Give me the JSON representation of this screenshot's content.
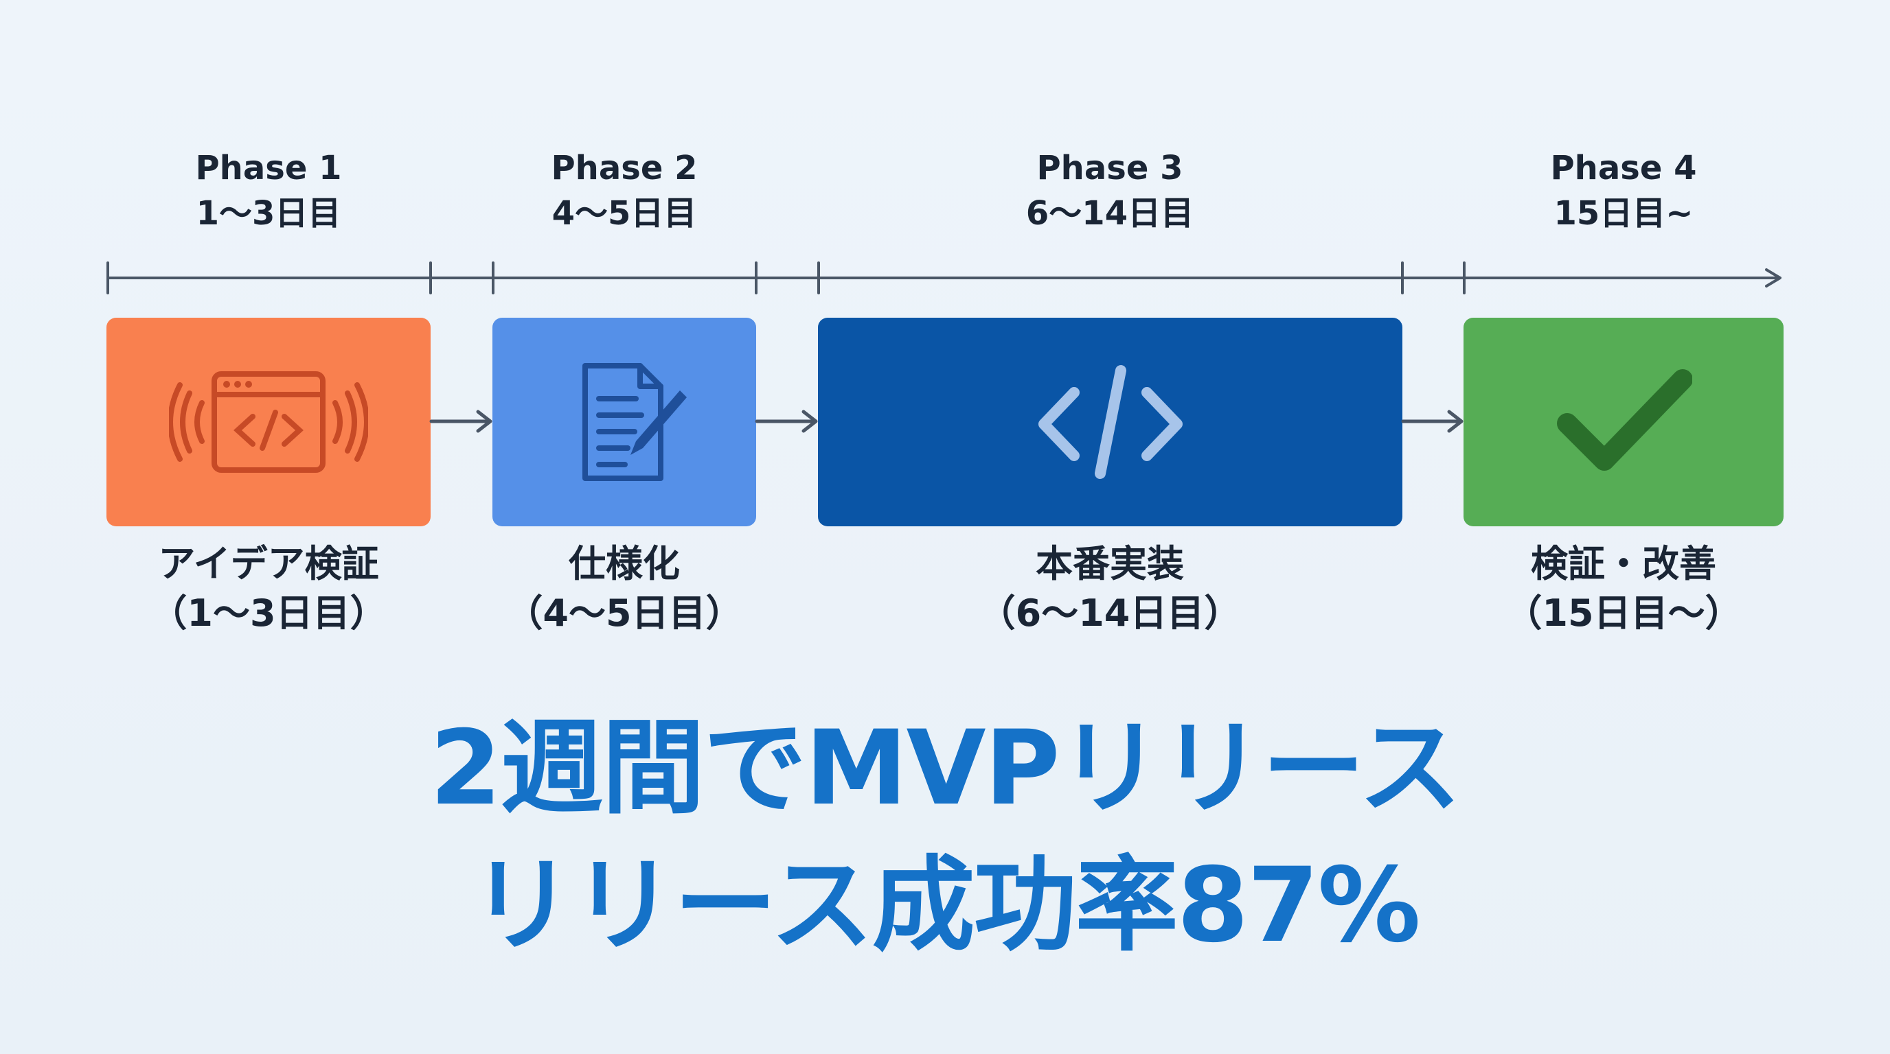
{
  "phases": [
    {
      "name": "Phase 1",
      "days": "1〜3日目",
      "label": "アイデア検証",
      "label_days": "（1〜3日目）",
      "icon": "code-window-broadcast-icon",
      "color": "#f9804f"
    },
    {
      "name": "Phase 2",
      "days": "4〜5日目",
      "label": "仕様化",
      "label_days": "（4〜5日目）",
      "icon": "document-pencil-icon",
      "color": "#5590e8"
    },
    {
      "name": "Phase 3",
      "days": "6〜14日目",
      "label": "本番実装",
      "label_days": "（6〜14日目）",
      "icon": "code-brackets-icon",
      "color": "#0a55a6"
    },
    {
      "name": "Phase 4",
      "days": "15日目~",
      "label": "検証・改善",
      "label_days": "（15日目〜）",
      "icon": "checkmark-icon",
      "color": "#56ad55"
    }
  ],
  "headline": {
    "line1": "2週間でMVPリリース",
    "line2": "リリース成功率87%"
  },
  "colors": {
    "timeline": "#4a5666",
    "headline": "#1572c8"
  }
}
